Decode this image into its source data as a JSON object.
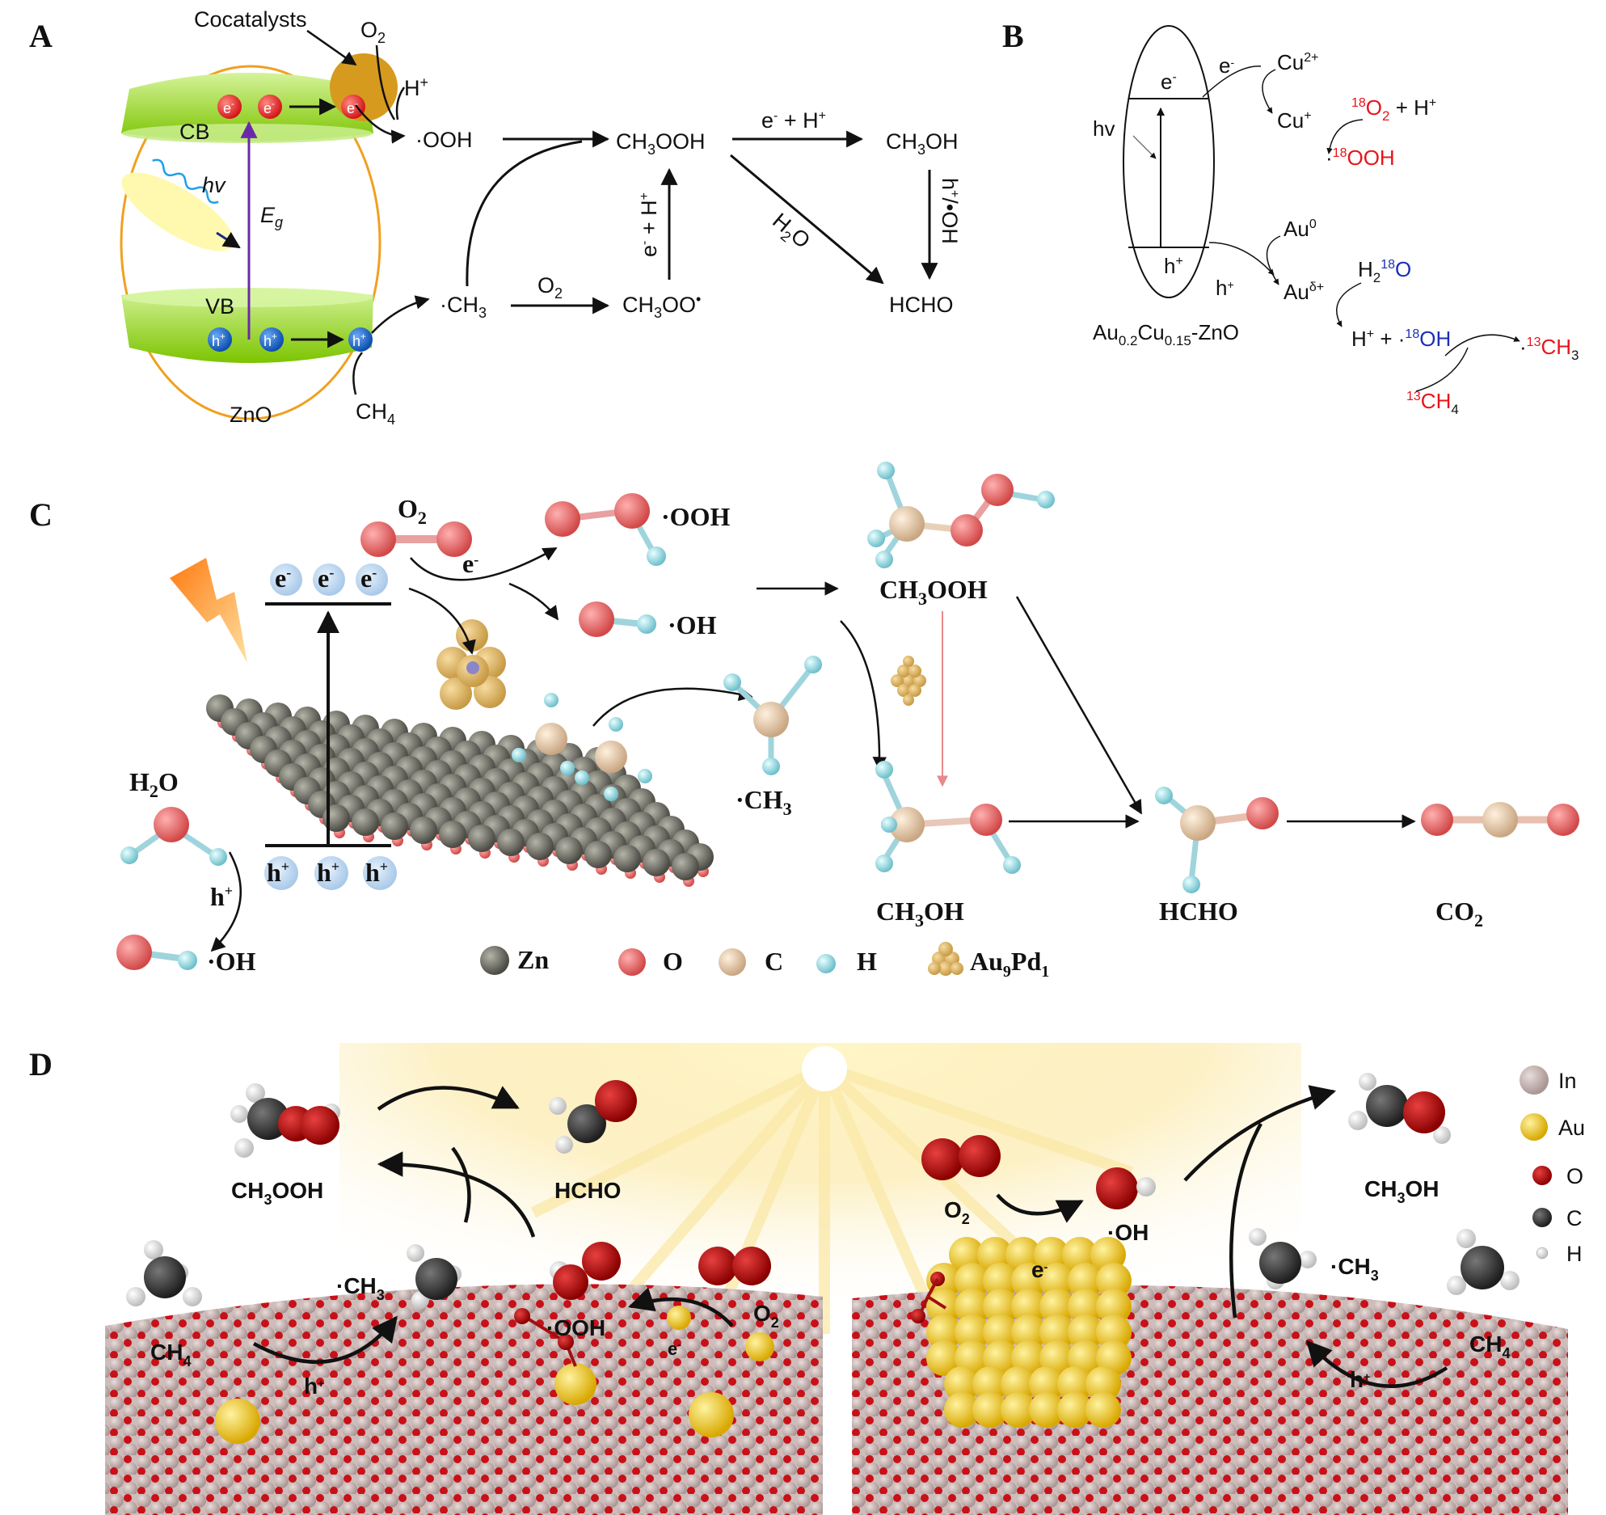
{
  "panels": {
    "A": {
      "letter": "A",
      "cocatalysts": "Cocatalysts",
      "o2": "O",
      "h_plus": "H",
      "ooh": "·OOH",
      "cb": "CB",
      "vb": "VB",
      "hv": "hv",
      "eg": "E",
      "zno": "ZnO",
      "ch4": "CH",
      "ch3": "·CH",
      "o2_mid": "O",
      "ch3oo": "CH",
      "ch3ooh": "CH",
      "e_h": "e",
      "ch3oh": "CH",
      "hcho": "HCHO",
      "h2o": "H",
      "side_up": "e",
      "side_down": "h"
    },
    "B": {
      "letter": "B",
      "cu2": "Cu",
      "cu1": "Cu",
      "o2_18": "O",
      "ooh_18": "OOH",
      "au0": "Au",
      "audelta": "Au",
      "h2o_18": "H",
      "oh_18": "OH",
      "ch3_13": "CH",
      "ch4_13": "CH",
      "hv": "hv",
      "e": "e",
      "h": "h",
      "catalyst": "Au"
    },
    "C": {
      "letter": "C",
      "o2": "O",
      "e_minus": "e",
      "ooh": "·OOH",
      "oh": "·OH",
      "ch3ooh": "CH",
      "ch3": "·CH",
      "h2o": "H",
      "h_plus": "h",
      "oh_bottom": "·OH",
      "ch3oh": "CH",
      "hcho": "HCHO",
      "co2": "CO",
      "legend": [
        "Zn",
        "O",
        "C",
        "H",
        "Au"
      ]
    },
    "D": {
      "letter": "D",
      "ch3ooh": "CH",
      "hcho": "HCHO",
      "ch3_left": "·CH",
      "ch4_left": "CH",
      "ooh": "·OOH",
      "o2_left": "O",
      "h_plus": "h",
      "e_minus": "e",
      "o2_right": "O",
      "oh": "·OH",
      "ch3oh": "CH",
      "ch3_right": "·CH",
      "ch4_right": "CH",
      "legend": [
        "In",
        "Au",
        "O",
        "C",
        "H"
      ]
    }
  },
  "colors": {
    "oxygen_red": "#e8141b",
    "isotope_blue": "#1a2fb5",
    "band_green": "#8fd400",
    "zno_orange": "#f0a020",
    "electron_red": "#e32d22",
    "hole_blue": "#1a6fd1",
    "gold": "#f4c81a",
    "indium": "#c9b8b6",
    "zn_gray": "#5f5f57",
    "carbon_tan": "#e6c9a8",
    "hydrogen_cyan": "#8fd3dc",
    "oxygen_pink": "#e06a6a"
  }
}
